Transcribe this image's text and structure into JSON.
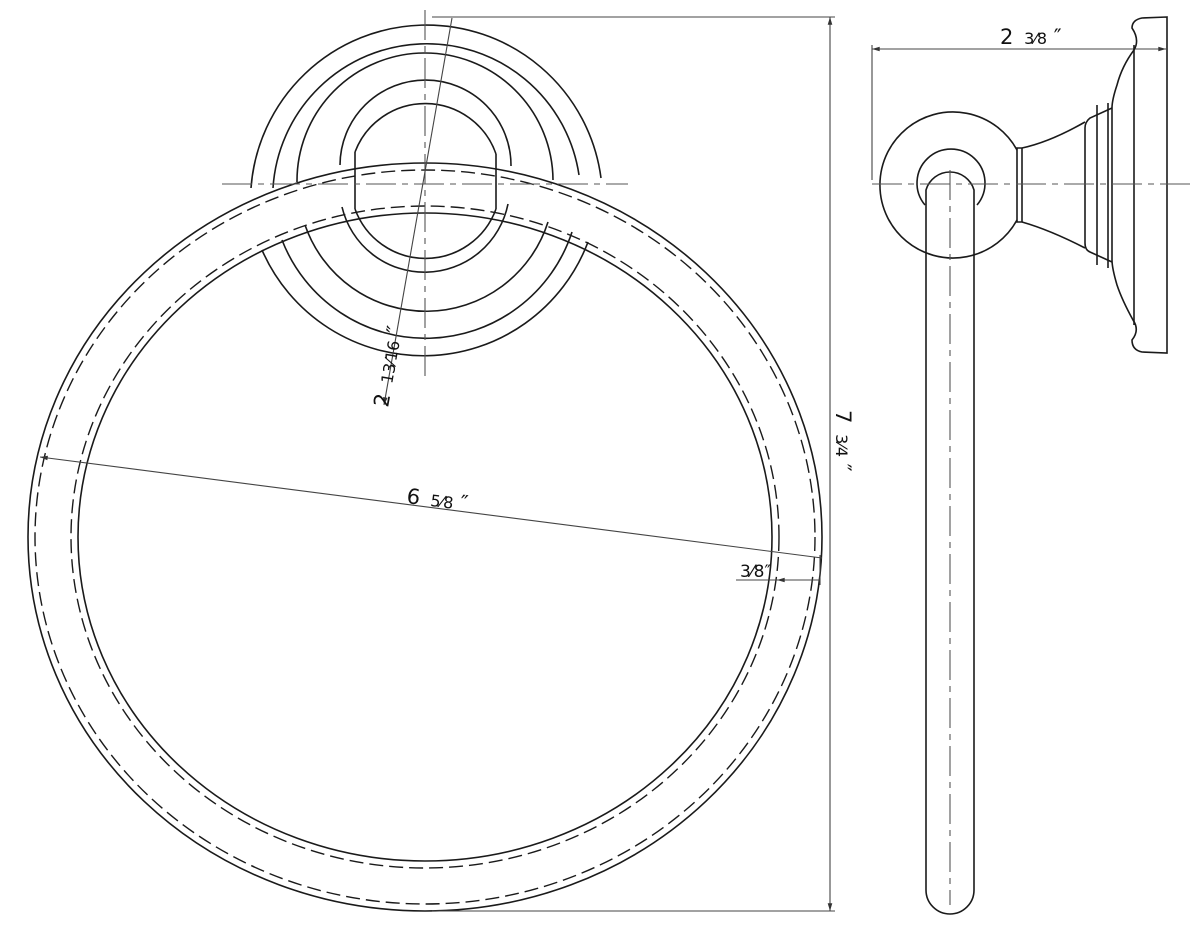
{
  "drawing": {
    "title": "Towel ring technical drawing",
    "views": [
      "front-view",
      "side-view"
    ],
    "colors": {
      "line": "#1a1a1a",
      "dimension": "#444444",
      "background": "#ffffff"
    }
  },
  "dimensions": {
    "mount_diameter": {
      "whole": "2",
      "fraction": "13⁄16",
      "unit": "″"
    },
    "ring_diameter": {
      "whole": "6",
      "fraction": "5⁄8",
      "unit": "″"
    },
    "ring_thickness": {
      "whole": "",
      "fraction": "3⁄8",
      "unit": "″"
    },
    "overall_height": {
      "whole": "7",
      "fraction": "3⁄4",
      "unit": "″"
    },
    "projection_depth": {
      "whole": "2",
      "fraction": "3⁄8",
      "unit": "″"
    }
  }
}
